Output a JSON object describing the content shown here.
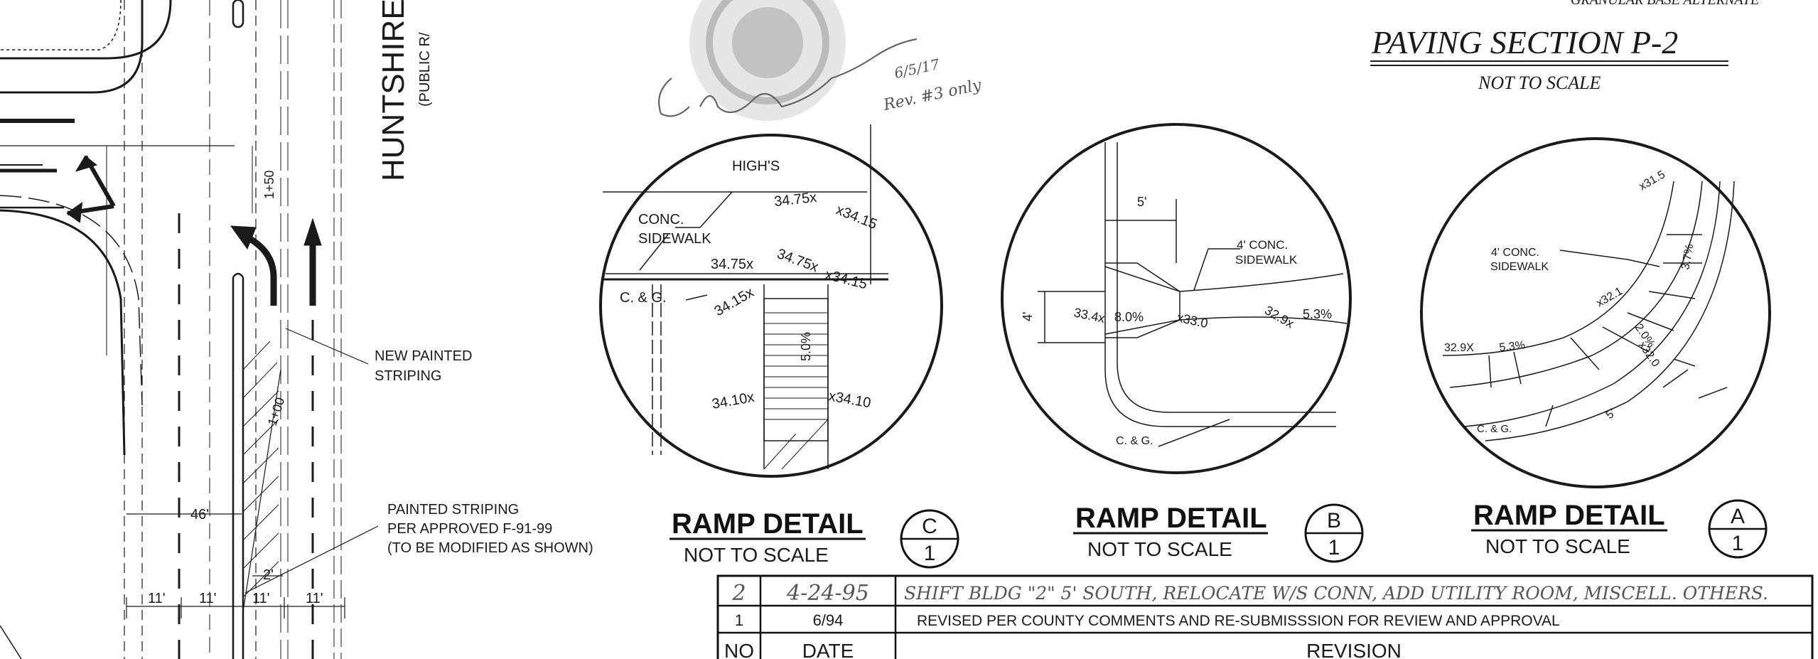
{
  "road": {
    "street_name": "HUNTSHIRE",
    "street_sub": "(PUBLIC R/",
    "station_1": "1+50",
    "station_2": "1+00"
  },
  "callouts": {
    "new_striping_1": "NEW PAINTED",
    "new_striping_2": "STRIPING",
    "painted_1": "PAINTED STRIPING",
    "painted_2": "PER APPROVED F-91-99",
    "painted_3": "(TO BE MODIFIED AS SHOWN)"
  },
  "dimensions": {
    "d46": "46'",
    "d2": "2'",
    "lane1": "11'",
    "lane2": "11'",
    "lane3": "11'",
    "lane4": "11'"
  },
  "approval": {
    "signature": "C. McLaughlin",
    "date": "6/5/17",
    "note": "Rev. #3 only"
  },
  "paving": {
    "top_note": "GRANULAR BASE ALTERNATE",
    "title": "PAVING SECTION P-2",
    "subtitle": "NOT TO SCALE"
  },
  "detail_c": {
    "title": "RAMP DETAIL",
    "subtitle": "NOT TO SCALE",
    "letter": "C",
    "sheet": "1",
    "labels": {
      "highs": "HIGH'S",
      "conc_1": "CONC.",
      "conc_2": "SIDEWALK",
      "cg": "C. & G.",
      "e1": "34.75x",
      "e2": "x34.15",
      "e3": "34.75x",
      "e4": "34.75x",
      "e5": "x34.15",
      "e6": "34.15x",
      "e7": "34.10x",
      "e8": "x34.10",
      "slope": "5.0%"
    }
  },
  "detail_b": {
    "title": "RAMP DETAIL",
    "subtitle": "NOT TO SCALE",
    "letter": "B",
    "sheet": "1",
    "labels": {
      "d5": "5'",
      "d4": "4'",
      "conc_1": "4' CONC.",
      "conc_2": "SIDEWALK",
      "e1": "33.4x",
      "slope1": "8.0%",
      "e2": "x33.0",
      "e3": "32.9x",
      "slope2": "5.3%",
      "cg": "C. & G."
    }
  },
  "detail_a": {
    "title": "RAMP DETAIL",
    "subtitle": "NOT TO SCALE",
    "letter": "A",
    "sheet": "1",
    "labels": {
      "e1": "x31.5",
      "conc_1": "4' CONC.",
      "conc_2": "SIDEWALK",
      "slope1": "3.7%",
      "e2": "x32.1",
      "slope2": "2.0%",
      "e3": "x32.0",
      "e4": "32.9X",
      "slope3": "5.3%",
      "cg": "C. & G.",
      "d5": "5'"
    }
  },
  "revisions": {
    "header": {
      "no": "NO",
      "date": "DATE",
      "revision": "REVISION"
    },
    "rows": [
      {
        "no": "2",
        "date": "4-24-95",
        "text": "SHIFT BLDG \"2\" 5' SOUTH, RELOCATE W/S CONN, ADD UTILITY ROOM, MISCELL. OTHERS."
      },
      {
        "no": "1",
        "date": "6/94",
        "text": "REVISED PER COUNTY COMMENTS AND RE-SUBMISSSION FOR REVIEW AND APPROVAL"
      }
    ]
  }
}
